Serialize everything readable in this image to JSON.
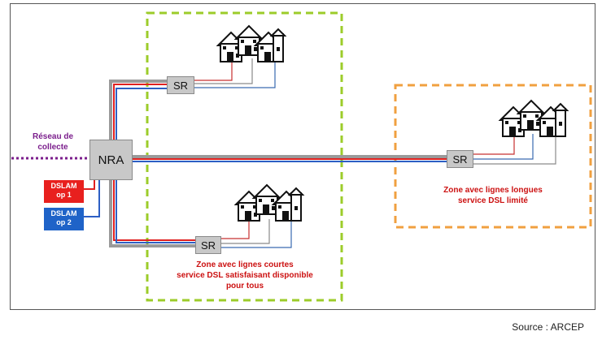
{
  "diagram": {
    "nra_label": "NRA",
    "sr_label": "SR",
    "collecte_label": "Réseau de\ncollecte",
    "dslam_op1": "DSLAM\nop 1",
    "dslam_op2": "DSLAM\nop 2",
    "zone_short_text": "Zone avec lignes courtes\nservice DSL satisfaisant disponible\npour tous",
    "zone_long_text": "Zone avec lignes longues\nservice DSL limité",
    "source": "Source : ARCEP"
  },
  "colors": {
    "red_line": "#e02020",
    "blue_line": "#2d5fc4",
    "grey_trunk": "#9a9a9a",
    "green_zone": "#9ccc2a",
    "orange_zone": "#f0a040",
    "purple_text": "#7b1e8c",
    "red_text": "#cc1111",
    "blue_text": "#1f5fb8",
    "dslam_red": "#e8201e",
    "dslam_blue": "#1f63c8"
  }
}
